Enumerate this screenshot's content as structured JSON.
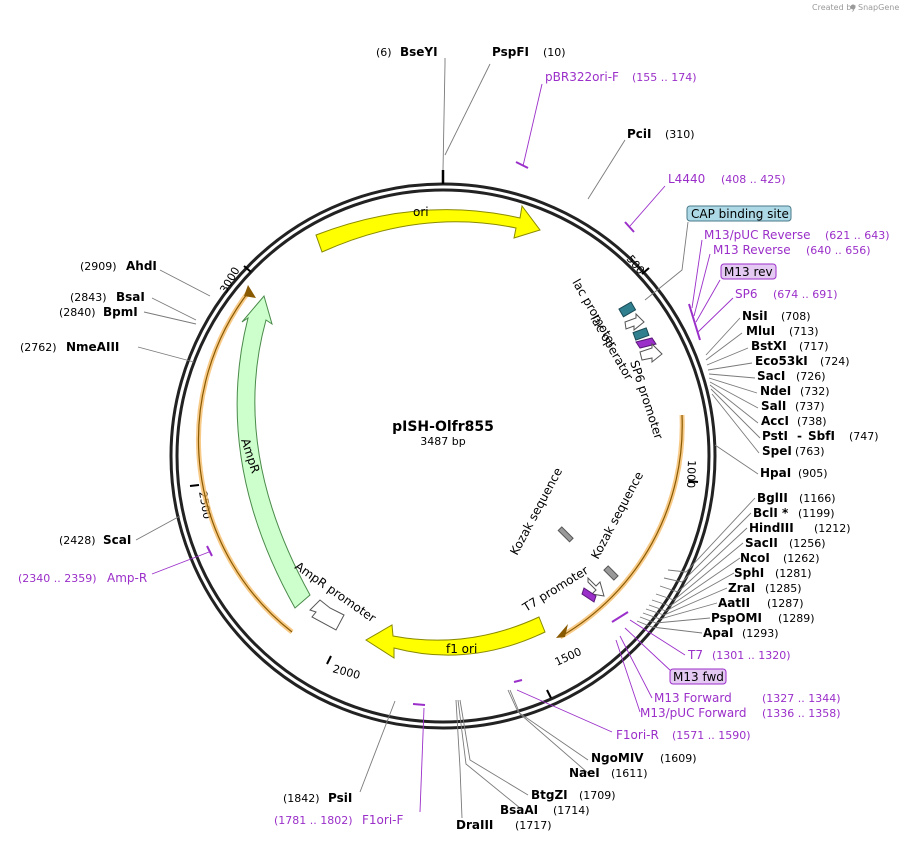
{
  "credit": {
    "text": "Created by",
    "brand": "SnapGene"
  },
  "plasmid": {
    "name": "pISH-Olfr855",
    "length_label": "3487 bp"
  },
  "ticks": [
    {
      "label": "500"
    },
    {
      "label": "1000"
    },
    {
      "label": "1500"
    },
    {
      "label": "2000"
    },
    {
      "label": "2500"
    },
    {
      "label": "3000"
    }
  ],
  "features": [
    {
      "name": "ori",
      "color": "#ffff00"
    },
    {
      "name": "AmpR",
      "color": "#ccffcc"
    },
    {
      "name": "f1 ori",
      "color": "#ffff00"
    },
    {
      "name": "AmpR promoter",
      "color": "#ffffff"
    },
    {
      "name": "lac promoter",
      "color": "#2f7f8f"
    },
    {
      "name": "lac operator",
      "color": "#2f7f8f"
    },
    {
      "name": "SP6 promoter",
      "color": "#ffffff"
    },
    {
      "name": "Kozak sequence",
      "color": "#999999"
    },
    {
      "name": "Kozak sequence",
      "color": "#999999"
    },
    {
      "name": "T7 promoter",
      "color": "#ffffff"
    }
  ],
  "enzymes": [
    {
      "name": "BseYI",
      "pos": "(6)"
    },
    {
      "name": "PspFI",
      "pos": "(10)"
    },
    {
      "name": "PciI",
      "pos": "(310)"
    },
    {
      "name": "NsiI",
      "pos": "(708)"
    },
    {
      "name": "MluI",
      "pos": "(713)"
    },
    {
      "name": "BstXI",
      "pos": "(717)"
    },
    {
      "name": "Eco53kI",
      "pos": "(724)"
    },
    {
      "name": "SacI",
      "pos": "(726)"
    },
    {
      "name": "NdeI",
      "pos": "(732)"
    },
    {
      "name": "SalI",
      "pos": "(737)"
    },
    {
      "name": "AccI",
      "pos": "(738)"
    },
    {
      "name": "PstI",
      "name2": "SbfI",
      "sep": "-",
      "pos": "(747)"
    },
    {
      "name": "SpeI",
      "pos": "(763)"
    },
    {
      "name": "HpaI",
      "pos": "(905)"
    },
    {
      "name": "BglII",
      "pos": "(1166)"
    },
    {
      "name": "BclI *",
      "pos": "(1199)"
    },
    {
      "name": "HindIII",
      "pos": "(1212)"
    },
    {
      "name": "SacII",
      "pos": "(1256)"
    },
    {
      "name": "NcoI",
      "pos": "(1262)"
    },
    {
      "name": "SphI",
      "pos": "(1281)"
    },
    {
      "name": "ZraI",
      "pos": "(1285)"
    },
    {
      "name": "AatII",
      "pos": "(1287)"
    },
    {
      "name": "PspOMI",
      "pos": "(1289)"
    },
    {
      "name": "ApaI",
      "pos": "(1293)"
    },
    {
      "name": "NgoMIV",
      "pos": "(1609)"
    },
    {
      "name": "NaeI",
      "pos": "(1611)"
    },
    {
      "name": "BtgZI",
      "pos": "(1709)"
    },
    {
      "name": "BsaAI",
      "pos": "(1714)"
    },
    {
      "name": "DraIII",
      "pos": "(1717)"
    },
    {
      "name": "PsiI",
      "pos": "(1842)"
    },
    {
      "name": "ScaI",
      "pos": "(2428)"
    },
    {
      "name": "NmeAIII",
      "pos": "(2762)"
    },
    {
      "name": "BpmI",
      "pos": "(2840)"
    },
    {
      "name": "BsaI",
      "pos": "(2843)"
    },
    {
      "name": "AhdI",
      "pos": "(2909)"
    }
  ],
  "primers": [
    {
      "name": "pBR322ori-F",
      "range": "(155 .. 174)"
    },
    {
      "name": "L4440",
      "range": "(408 .. 425)"
    },
    {
      "name": "M13/pUC Reverse",
      "range": "(621 .. 643)"
    },
    {
      "name": "M13 Reverse",
      "range": "(640 .. 656)"
    },
    {
      "name": "M13 rev",
      "range": ""
    },
    {
      "name": "SP6",
      "range": "(674 .. 691)"
    },
    {
      "name": "T7",
      "range": "(1301 .. 1320)"
    },
    {
      "name": "M13 fwd",
      "range": ""
    },
    {
      "name": "M13 Forward",
      "range": "(1327 .. 1344)"
    },
    {
      "name": "M13/pUC Forward",
      "range": "(1336 .. 1358)"
    },
    {
      "name": "F1ori-R",
      "range": "(1571 .. 1590)"
    },
    {
      "name": "F1ori-F",
      "range": "(1781 .. 1802)"
    },
    {
      "name": "Amp-R",
      "range": "(2340 .. 2359)"
    }
  ],
  "misc": {
    "cap_label": "CAP binding site",
    "cap_color": "#add8e6",
    "boxed_primer_color": "#e4c9f2",
    "primer_color": "#9b2fc9",
    "orange_color": "#f4b860"
  }
}
